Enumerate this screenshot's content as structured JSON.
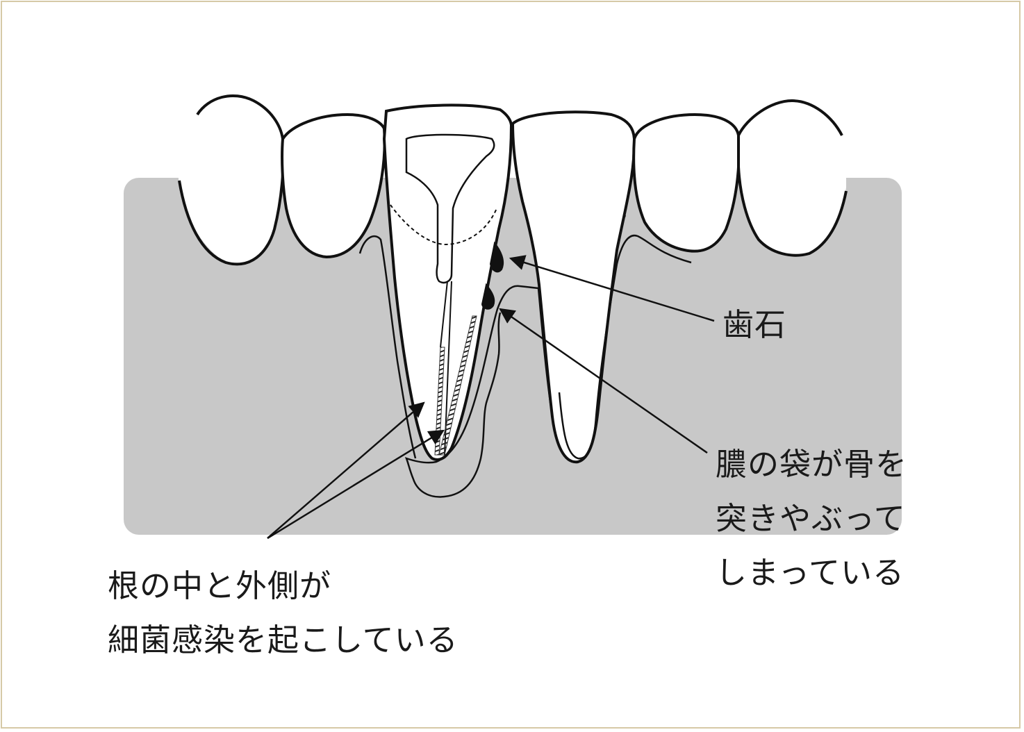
{
  "colors": {
    "gum": "#c8c8c8",
    "frame_border": "#d6c9a6",
    "outline": "#111111",
    "tooth": "#ffffff"
  },
  "labels": {
    "calculus": "歯石",
    "pus_pocket_line1": "膿の袋が骨を",
    "pus_pocket_line2": "突きやぶって",
    "pus_pocket_line3": "しまっている",
    "root_infection_line1": "根の中と外側が",
    "root_infection_line2": "細菌感染を起こしている"
  }
}
